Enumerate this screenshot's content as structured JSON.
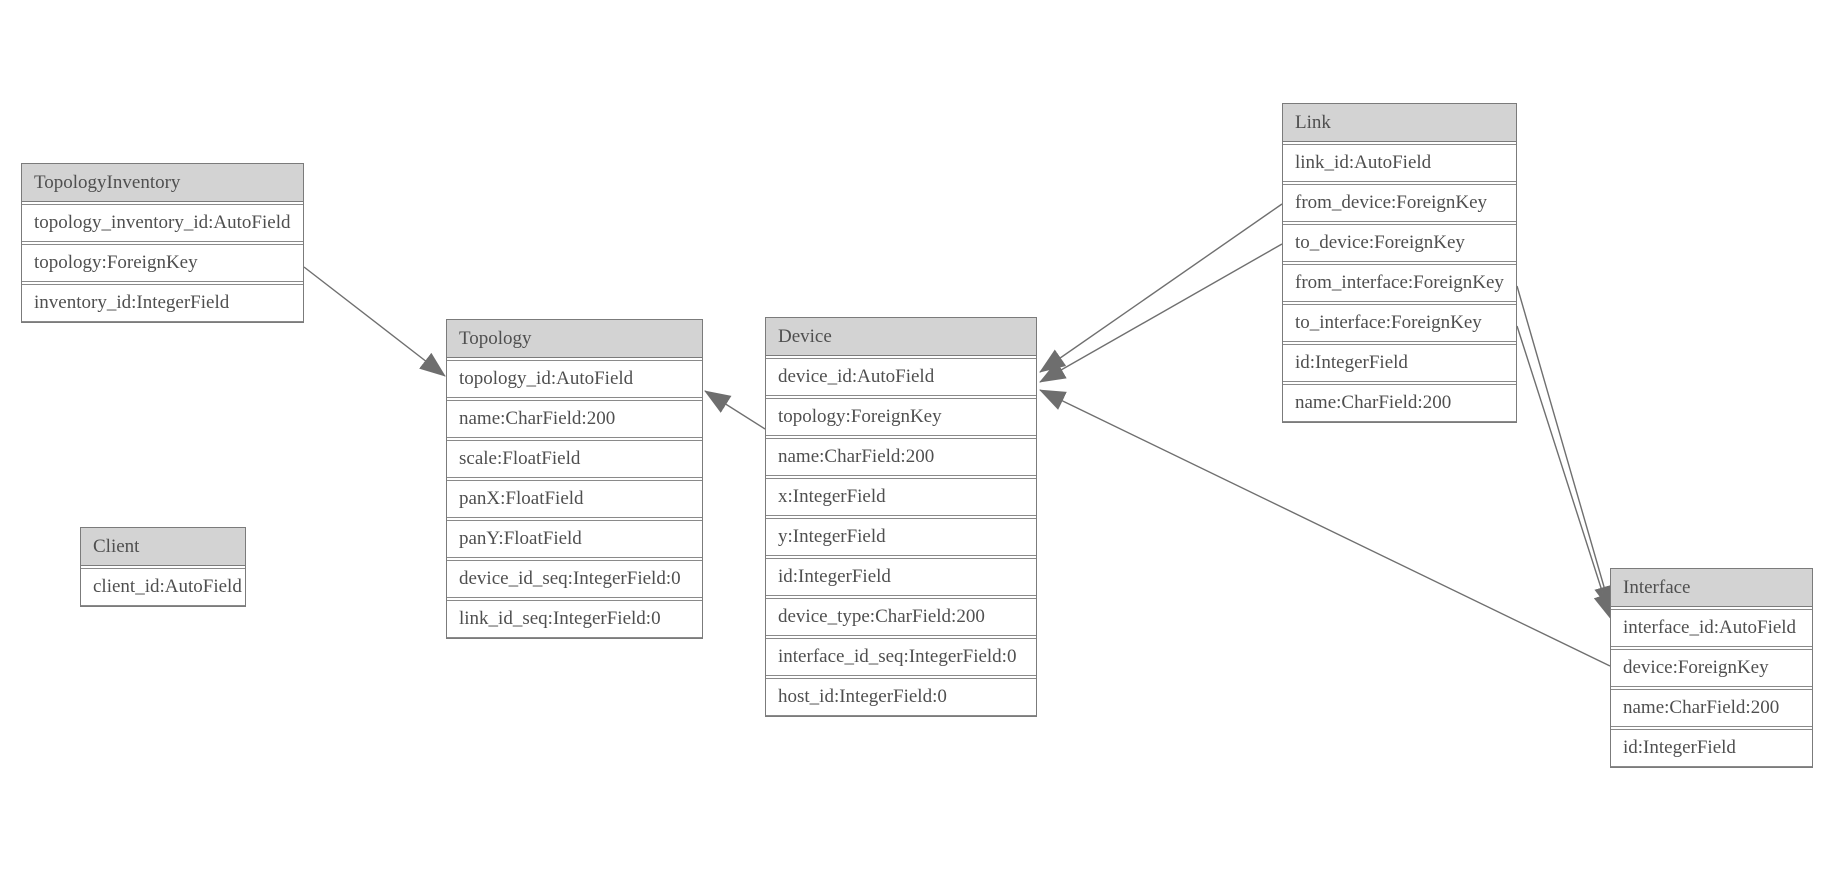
{
  "diagram": {
    "type": "entity-relationship-model-graph",
    "colors": {
      "background": "#ffffff",
      "header_fill": "#d3d3d3",
      "border": "#7b7b7b",
      "row_border": "#8a8a8a",
      "text": "#4f4f4f",
      "edge_stroke": "#6f6f6f",
      "arrowhead_fill": "#6e6e6e"
    },
    "entities": {
      "topology_inventory": {
        "title": "TopologyInventory",
        "rows": [
          "topology_inventory_id:AutoField",
          "topology:ForeignKey",
          "inventory_id:IntegerField"
        ]
      },
      "topology": {
        "title": "Topology",
        "rows": [
          "topology_id:AutoField",
          "name:CharField:200",
          "scale:FloatField",
          "panX:FloatField",
          "panY:FloatField",
          "device_id_seq:IntegerField:0",
          "link_id_seq:IntegerField:0"
        ]
      },
      "client": {
        "title": "Client",
        "rows": [
          "client_id:AutoField"
        ]
      },
      "device": {
        "title": "Device",
        "rows": [
          "device_id:AutoField",
          "topology:ForeignKey",
          "name:CharField:200",
          "x:IntegerField",
          "y:IntegerField",
          "id:IntegerField",
          "device_type:CharField:200",
          "interface_id_seq:IntegerField:0",
          "host_id:IntegerField:0"
        ]
      },
      "link": {
        "title": "Link",
        "rows": [
          "link_id:AutoField",
          "from_device:ForeignKey",
          "to_device:ForeignKey",
          "from_interface:ForeignKey",
          "to_interface:ForeignKey",
          "id:IntegerField",
          "name:CharField:200"
        ]
      },
      "interface": {
        "title": "Interface",
        "rows": [
          "interface_id:AutoField",
          "device:ForeignKey",
          "name:CharField:200",
          "id:IntegerField"
        ]
      }
    },
    "relationships": [
      {
        "from": "TopologyInventory.topology",
        "to": "Topology.topology_id",
        "arrow_at": "to"
      },
      {
        "from": "Device.topology",
        "to": "Topology.topology_id",
        "arrow_at": "to"
      },
      {
        "from": "Link.from_device",
        "to": "Device.device_id",
        "arrow_at": "to"
      },
      {
        "from": "Link.to_device",
        "to": "Device.device_id",
        "arrow_at": "to"
      },
      {
        "from": "Interface.device",
        "to": "Device.device_id",
        "arrow_at": "to"
      },
      {
        "from": "Link.from_interface",
        "to": "Interface.interface_id",
        "arrow_at": "to"
      },
      {
        "from": "Link.to_interface",
        "to": "Interface.interface_id",
        "arrow_at": "to"
      }
    ]
  }
}
